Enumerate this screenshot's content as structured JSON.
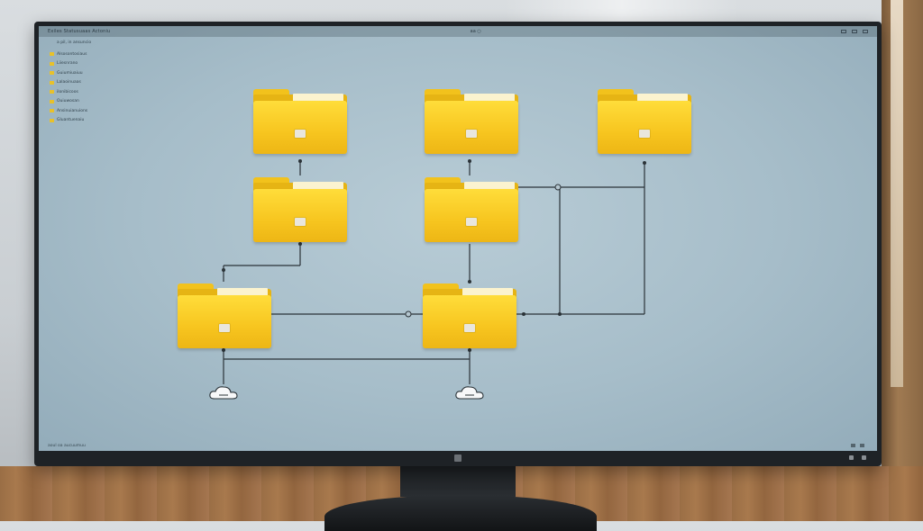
{
  "window": {
    "title": "Exiles Statusuaas Actoniu",
    "center_label": "aa ○"
  },
  "sidebar": {
    "items": [
      {
        "label": "a pil, in ansuncio"
      },
      {
        "label": "Alsosontosiaus"
      },
      {
        "label": "Liiesnrano"
      },
      {
        "label": "Guiumiuaiuu"
      },
      {
        "label": "Lalaoinuaas"
      },
      {
        "label": "ilonibicoos"
      },
      {
        "label": "Ouiuwosan"
      },
      {
        "label": "Ansinuianuions"
      },
      {
        "label": "Gluantuenaiu"
      }
    ]
  },
  "status": {
    "text": "aoul oa aucuumuu"
  },
  "diagram": {
    "folders": [
      {
        "id": "top-left"
      },
      {
        "id": "top-middle"
      },
      {
        "id": "top-right"
      },
      {
        "id": "middle-left"
      },
      {
        "id": "middle-center"
      },
      {
        "id": "bottom-left"
      },
      {
        "id": "bottom-center"
      }
    ],
    "clouds": [
      {
        "id": "cloud-left"
      },
      {
        "id": "cloud-center"
      }
    ]
  },
  "colors": {
    "folder_front": "#f7c51f",
    "folder_back": "#e6b414",
    "screen_background": "#a6bdc9",
    "connector": "#2b3338"
  },
  "icons": {
    "folder": "folder-icon",
    "cloud": "cloud-icon",
    "mini_folder": "folder-mini-icon"
  }
}
